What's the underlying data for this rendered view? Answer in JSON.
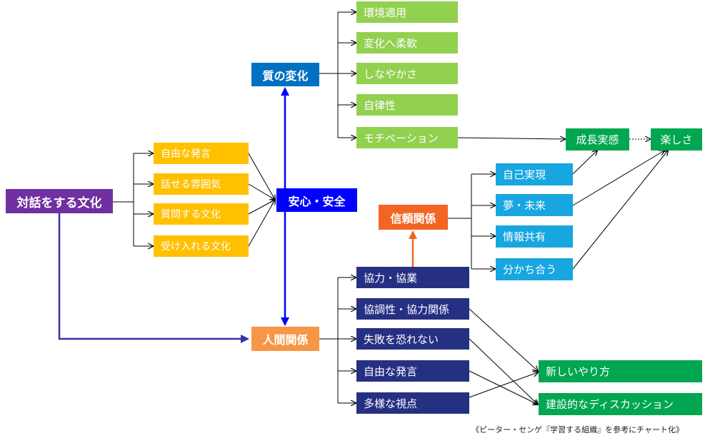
{
  "nodes": {
    "culture": "対話をする文化",
    "safety": "安心・安全",
    "quality_change": "質の変化",
    "relationships": "人間関係",
    "trust": "信頼関係",
    "growth": "成長実感",
    "enjoyment": "楽しさ",
    "new_way": "新しいやり方",
    "discussion": "建設的なディスカッション"
  },
  "culture_items": [
    "自由な発言",
    "話せる雰囲気",
    "質問する文化",
    "受け入れる文化"
  ],
  "quality_items": [
    "環境適用",
    "変化へ柔軟",
    "しなやかさ",
    "自律性",
    "モチベーション"
  ],
  "trust_items": [
    "自己実現",
    "夢・未来",
    "情報共有",
    "分かち合う"
  ],
  "relationship_items": [
    "協力・協業",
    "協調性・協力関係",
    "失敗を恐れない",
    "自由な発言",
    "多様な視点"
  ],
  "caption": "《ピーター・センゲ『学習する組織』を参考にチャート化》",
  "colors": {
    "culture": "#7030a0",
    "safety": "#0000ff",
    "quality_change": "#0070c0",
    "relationships": "#f79646",
    "trust": "#f26522",
    "light_green": "#92d050",
    "yellow": "#ffc000",
    "sky_blue": "#17a6e0",
    "navy": "#263083",
    "green": "#00a650"
  }
}
